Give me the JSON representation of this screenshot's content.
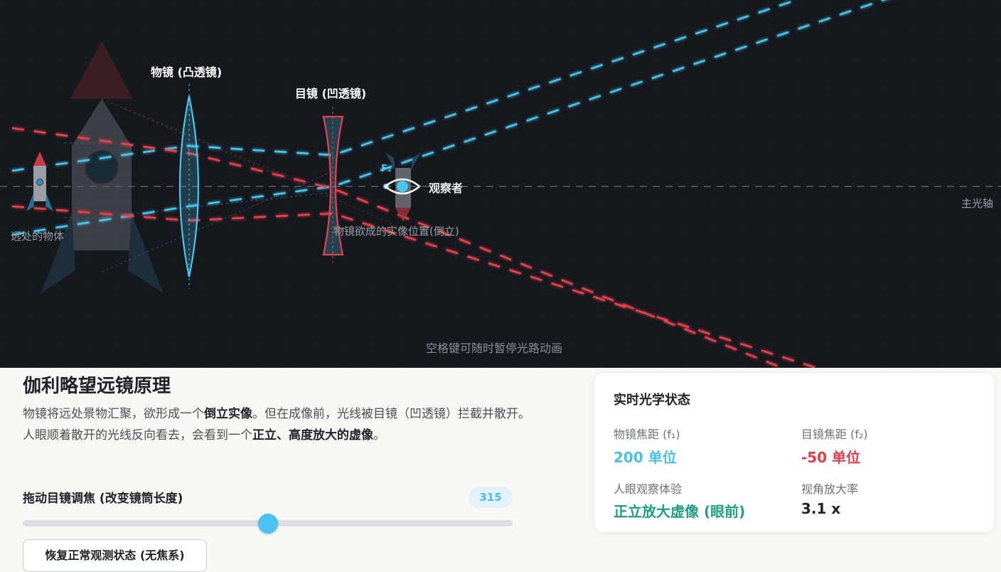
{
  "diagram": {
    "objective_label": "物镜 (凸透镜)",
    "eyepiece_label": "目镜 (凹透镜)",
    "focal_point_label": "F₂",
    "observer_label": "观察者",
    "axis_label": "主光轴",
    "object_label": "远处的物体",
    "real_image_label": "物镜欲成的实像位置(倒立)",
    "hint": "空格键可随时暂停光路动画",
    "colors": {
      "background": "#15181d",
      "cyan_ray": "#4cc6ee",
      "red_ray": "#e8424f",
      "lens_cyan": "#4cc6ee",
      "lens_red": "#e8424f"
    }
  },
  "panel": {
    "title": "伽利略望远镜原理",
    "desc1_a": "物镜将远处景物汇聚，欲形成一个",
    "desc1_b": "倒立实像",
    "desc1_c": "。但在成像前，光线被目镜（凹透镜）拦截并散开。",
    "desc2_a": "人眼顺着散开的光线反向看去，会看到一个",
    "desc2_b": "正立、高度放大的虚像",
    "desc2_c": "。",
    "slider_label": "拖动目镜调焦 (改变镜筒长度)",
    "slider_value": "315",
    "slider_fraction": 0.5,
    "reset_button": "恢复正常观测状态 (无焦系)"
  },
  "status": {
    "title": "实时光学状态",
    "f1_label": "物镜焦距 (f₁)",
    "f1_value": "200 单位",
    "f2_label": "目镜焦距 (f₂)",
    "f2_value": "-50 单位",
    "eye_label": "人眼观察体验",
    "eye_value": "正立放大虚像 (眼前)",
    "mag_label": "视角放大率",
    "mag_value": "3.1 x",
    "colors": {
      "f1": "#4bbfe8",
      "f2": "#e23d4b",
      "eye": "#1f9e86",
      "mag": "#1f2329"
    }
  }
}
